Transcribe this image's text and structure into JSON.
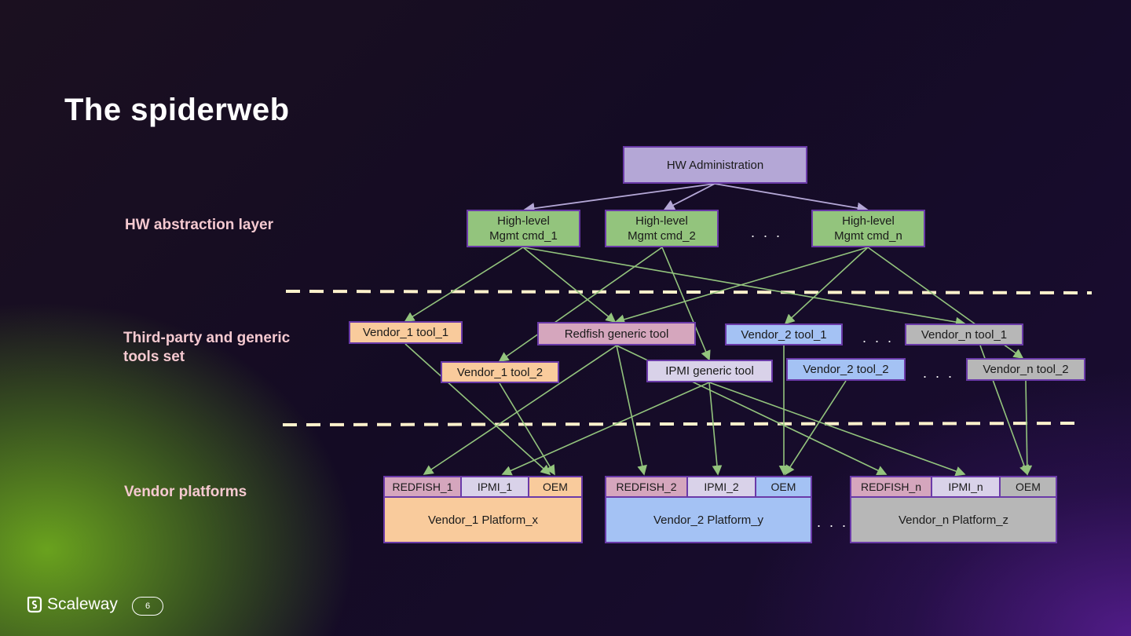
{
  "title": "The spiderweb",
  "layers": {
    "abstraction": "HW abstraction layer",
    "tools_line1": "Third-party and generic",
    "tools_line2": "tools set",
    "platforms": "Vendor platforms"
  },
  "nodes": {
    "admin": "HW Administration",
    "cmd1_l1": "High-level",
    "cmd1_l2": "Mgmt cmd_1",
    "cmd2_l1": "High-level",
    "cmd2_l2": "Mgmt cmd_2",
    "cmdn_l1": "High-level",
    "cmdn_l2": "Mgmt cmd_n",
    "v1t1": "Vendor_1 tool_1",
    "redfish_tool": "Redfish generic tool",
    "v2t1": "Vendor_2 tool_1",
    "vnt1": "Vendor_n tool_1",
    "v1t2": "Vendor_1 tool_2",
    "ipmi_tool": "IPMI generic tool",
    "v2t2": "Vendor_2 tool_2",
    "vnt2": "Vendor_n tool_2"
  },
  "platforms": [
    {
      "redfish": "REDFISH_1",
      "ipmi": "IPMI_1",
      "oem": "OEM",
      "name": "Vendor_1 Platform_x"
    },
    {
      "redfish": "REDFISH_2",
      "ipmi": "IPMI_2",
      "oem": "OEM",
      "name": "Vendor_2 Platform_y"
    },
    {
      "redfish": "REDFISH_n",
      "ipmi": "IPMI_n",
      "oem": "OEM",
      "name": "Vendor_n Platform_z"
    }
  ],
  "ellipsis": ". . .",
  "footer": {
    "logo": "Scaleway",
    "page": "6"
  },
  "colors": {
    "admin": "#b4a7d6",
    "cmd": "#93c47d",
    "vendor1": "#f9cb9c",
    "redfish": "#d5a6bd",
    "ipmi": "#d9d2e9",
    "vendor2": "#a4c2f4",
    "vendorn": "#b7b7b7",
    "arrow_green": "#93c47d",
    "arrow_purple": "#b4a7d6",
    "dashes": "#fff2cc"
  }
}
